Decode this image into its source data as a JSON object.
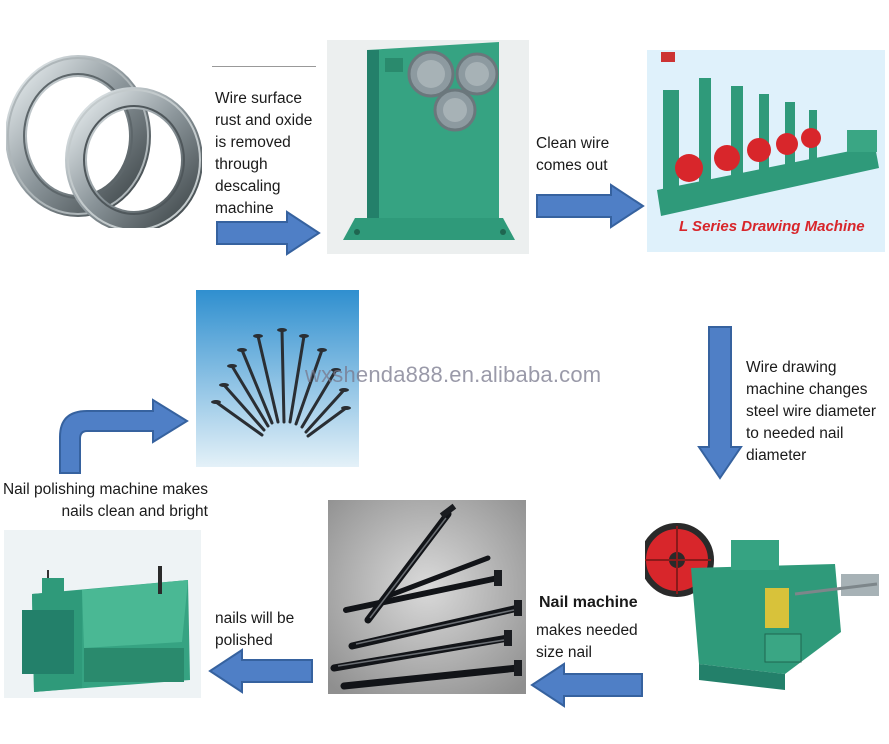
{
  "colors": {
    "arrow_fill": "#4f7fc6",
    "arrow_stroke": "#36629f",
    "machine_green": "#2f9a7a",
    "machine_dark": "#1f7a5e",
    "disk_grey": "#8d9aa0",
    "disk_red": "#d8262b",
    "sky_blue": "#4aa6d8"
  },
  "steps": {
    "descaling": {
      "text": [
        "Wire surface",
        "rust and oxide",
        "is removed",
        "through",
        "descaling",
        "machine"
      ]
    },
    "clean_wire": {
      "text": [
        "Clean wire",
        "comes out"
      ]
    },
    "drawing_banner": "L Series Drawing Machine",
    "drawing_change": {
      "text": [
        "Wire drawing",
        "machine changes",
        "steel wire diameter",
        "to needed nail",
        "diameter"
      ]
    },
    "nail_machine": {
      "title": "Nail machine",
      "text": [
        "makes needed",
        "size nail"
      ]
    },
    "polished": {
      "text": [
        "nails will be",
        "polished"
      ]
    },
    "polishing": {
      "text": [
        "Nail polishing machine makes",
        "nails clean and bright"
      ]
    }
  },
  "watermark": "wxshenda888.en.alibaba.com",
  "icons": {
    "wire_coil": "wire-coil-image",
    "descaling_machine": "descaling-machine-image",
    "drawing_machine": "drawing-machine-image",
    "finished_nails": "finished-nails-image",
    "nail_machine": "nail-making-machine-image",
    "raw_nails": "raw-nails-image",
    "polishing_machine": "polishing-machine-image"
  }
}
